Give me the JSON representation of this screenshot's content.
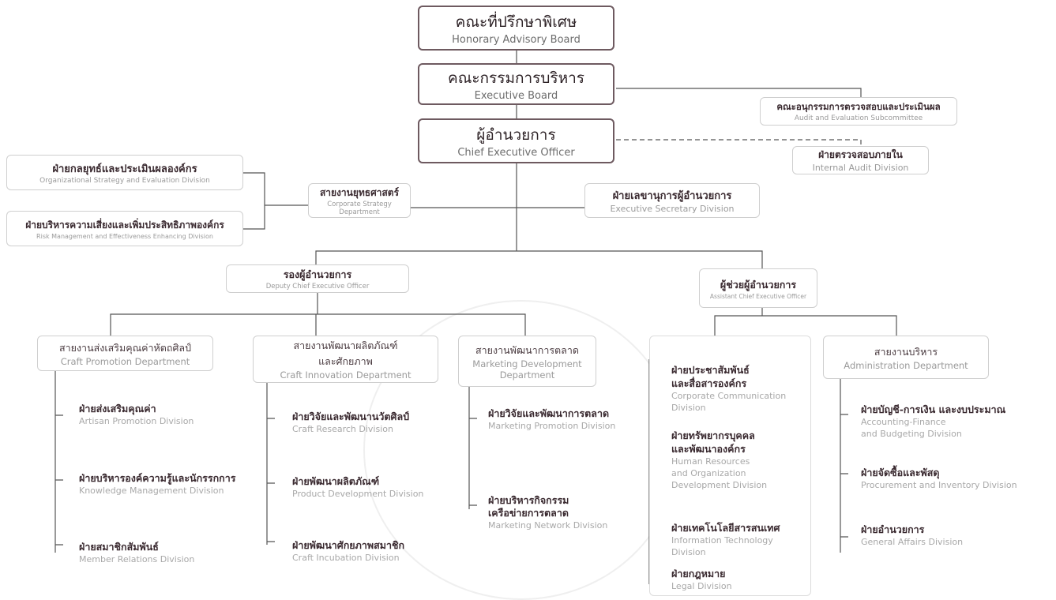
{
  "honorary": {
    "th": "คณะที่ปรึกษาพิเศษ",
    "en": "Honorary Advisory Board"
  },
  "executive": {
    "th": "คณะกรรมการบริหาร",
    "en": "Executive Board"
  },
  "ceo": {
    "th": "ผู้อำนวยการ",
    "en": "Chief Executive Officer"
  },
  "audit_sub": {
    "th": "คณะอนุกรรมการตรวจสอบและประเมินผล",
    "en": "Audit and Evaluation Subcommittee"
  },
  "internal_audit": {
    "th": "ฝ่ายตรวจสอบภายใน",
    "en": "Internal Audit Division"
  },
  "org_strategy": {
    "th": "ฝ่ายกลยุทธ์และประเมินผลองค์กร",
    "en": "Organizational Strategy and Evaluation Division"
  },
  "risk": {
    "th": "ฝ่ายบริหารความเสี่ยงและเพิ่มประสิทธิภาพองค์กร",
    "en": "Risk Management and Effectiveness Enhancing Division"
  },
  "corp_strategy": {
    "th": "สายงานยุทธศาสตร์",
    "en": "Corporate Strategy Department"
  },
  "exec_secretary": {
    "th": "ฝ่ายเลขานุการผู้อำนวยการ",
    "en": "Executive Secretary Division"
  },
  "deputy": {
    "th": "รองผู้อำนวยการ",
    "en": "Deputy Chief Executive Officer"
  },
  "assistant": {
    "th": "ผู้ช่วยผู้อำนวยการ",
    "en": "Assistant Chief Executive Officer"
  },
  "craft_promo": {
    "th": "สายงานส่งเสริมคุณค่าหัตถศิลป์",
    "en": "Craft Promotion Department",
    "divisions": [
      {
        "th": "ฝ่ายส่งเสริมคุณค่า",
        "en": "Artisan Promotion Division"
      },
      {
        "th": "ฝ่ายบริหารองค์ความรู้และนักรรกการ",
        "en": "Knowledge Management Division"
      },
      {
        "th": "ฝ่ายสมาชิกสัมพันธ์",
        "en": "Member Relations Division"
      }
    ]
  },
  "craft_innov": {
    "th1": "สายงานพัฒนาผลิตภัณฑ์",
    "th2": "และศักยภาพ",
    "en": "Craft Innovation Department",
    "divisions": [
      {
        "th": "ฝ่ายวิจัยและพัฒนานวัตศิลป์",
        "en": "Craft Research Division"
      },
      {
        "th": "ฝ่ายพัฒนาผลิตภัณฑ์",
        "en": "Product Development Division"
      },
      {
        "th": "ฝ่ายพัฒนาศักยภาพสมาชิก",
        "en": "Craft Incubation Division"
      }
    ]
  },
  "marketing": {
    "th": "สายงานพัฒนาการตลาด",
    "en1": "Marketing Development",
    "en2": "Department",
    "divisions": [
      {
        "th": "ฝ่ายวิจัยและพัฒนาการตลาด",
        "en": "Marketing Promotion Division"
      },
      {
        "th1": "ฝ่ายบริหารกิจกรรม",
        "th2": "เครือข่ายการตลาด",
        "en": "Marketing Network Division"
      }
    ]
  },
  "assistant_divisions": [
    {
      "th1": "ฝ่ายประชาสัมพันธ์",
      "th2": "และสื่อสารองค์กร",
      "en1": "Corporate Communication",
      "en2": "Division"
    },
    {
      "th1": "ฝ่ายทรัพยากรบุคคล",
      "th2": "และพัฒนาองค์กร",
      "en1": "Human Resources",
      "en2": "and Organization",
      "en3": "Development Division"
    },
    {
      "th1": "ฝ่ายเทคโนโลยีสารสนเทศ",
      "en1": "Information Technology",
      "en2": "Division"
    },
    {
      "th1": "ฝ่ายกฎหมาย",
      "en1": "Legal Division"
    }
  ],
  "admin": {
    "th": "สายงานบริหาร",
    "en": "Administration Department",
    "divisions": [
      {
        "th": "ฝ่ายบัญชี-การเงิน และงบประมาณ",
        "en1": "Accounting-Finance",
        "en2": "and Budgeting Division"
      },
      {
        "th": "ฝ่ายจัดซื้อและพัสดุ",
        "en1": "Procurement and Inventory Division"
      },
      {
        "th": "ฝ่ายอำนวยการ",
        "en1": "General Affairs Division"
      }
    ]
  },
  "colors": {
    "line": "#555555",
    "border_top": "#6e5a60",
    "border_light": "#cfcfcf",
    "en_text": "#9a9a9a"
  }
}
